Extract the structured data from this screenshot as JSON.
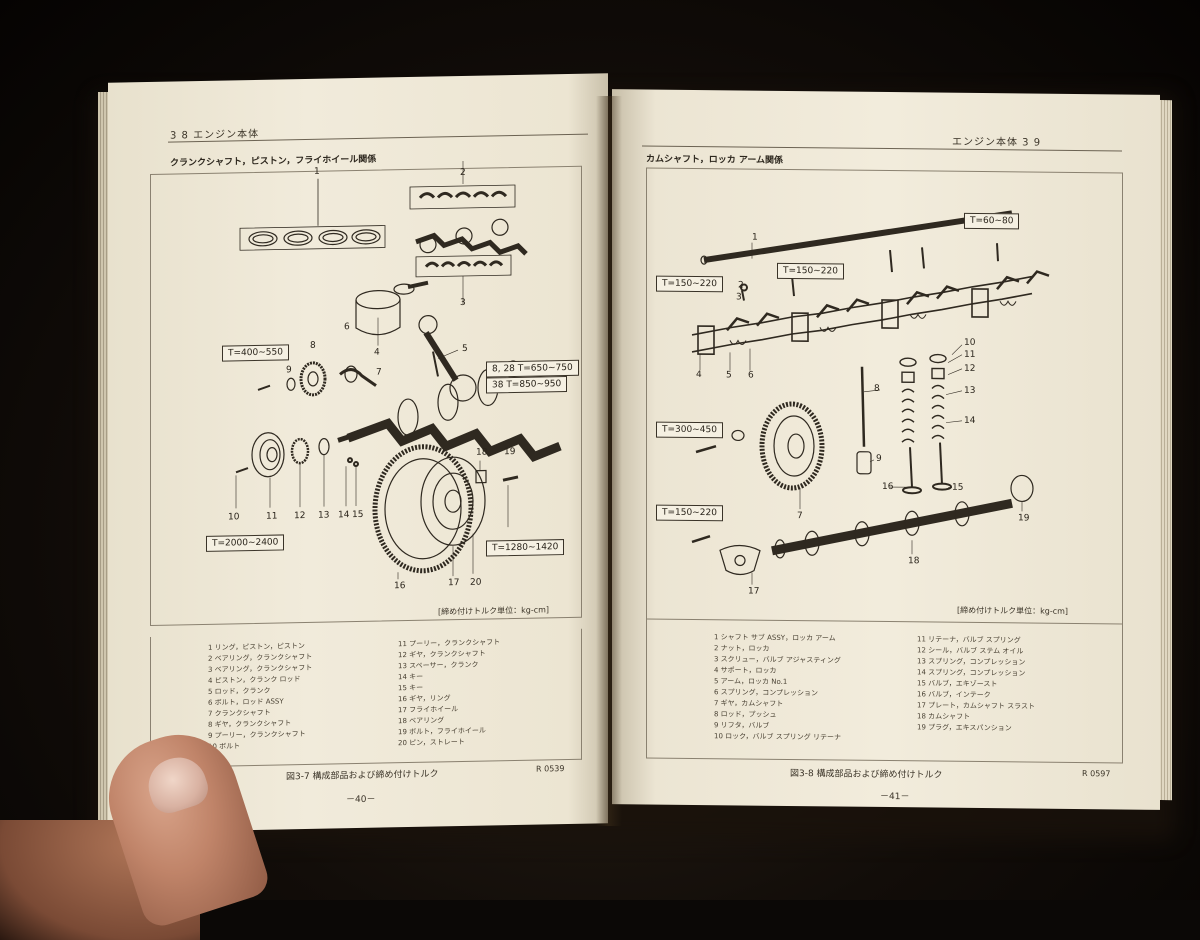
{
  "left_page": {
    "header": "3 8 エンジン本体",
    "subtitle": "クランクシャフト，ピストン，フライホイール関係",
    "part_numbers": [
      "1",
      "2",
      "3",
      "4",
      "5",
      "6",
      "7",
      "8",
      "9",
      "10",
      "11",
      "12",
      "13",
      "14",
      "15",
      "16",
      "17",
      "18",
      "19",
      "20"
    ],
    "torque": {
      "t1": "T=400~550",
      "t2": "8, 28 T=650~750",
      "t3": "38   T=850~950",
      "t4": "T=2000~2400",
      "t5": "T=1280~1420"
    },
    "unit_note": "[締め付けトルク単位：kg-cm]",
    "caption": "図3-7 構成部品および締め付けトルク",
    "ref": "R 0539",
    "page_number": "－40－",
    "legend": [
      "1  リング，ピストン，ピストン",
      "2  ベアリング，クランクシャフト",
      "3  ベアリング，クランクシャフト",
      "4  ピストン，クランク ロッド",
      "5  ロッド，クランク",
      "6  ボルト，ロッド ASSY",
      "7  クランクシャフト",
      "8  ギヤ，クランクシャフト",
      "9  プーリー，クランクシャフト",
      "10 ボルト",
      "11 プーリー，クランクシャフト",
      "12 ギヤ，クランクシャフト",
      "13 スペーサー，クランク",
      "14 キー",
      "15 キー",
      "16 ギヤ，リング",
      "17 フライホイール",
      "18 ベアリング",
      "19 ボルト，フライホイール",
      "20 ピン，ストレート"
    ]
  },
  "right_page": {
    "header": "エンジン本体 3 9",
    "subtitle": "カムシャフト，ロッカ アーム関係",
    "part_numbers": [
      "1",
      "2",
      "3",
      "4",
      "5",
      "6",
      "7",
      "8",
      "9",
      "10",
      "11",
      "12",
      "13",
      "14",
      "15",
      "16",
      "17",
      "18",
      "19"
    ],
    "torque": {
      "t1": "T=60~80",
      "t2": "T=150~220",
      "t3": "T=150~220",
      "t4": "T=300~450",
      "t5": "T=150~220"
    },
    "unit_note": "[締め付けトルク単位：kg-cm]",
    "caption": "図3-8 構成部品および締め付けトルク",
    "ref": "R 0597",
    "page_number": "－41－",
    "legend": [
      "1  シャフト サブ ASSY，ロッカ アーム",
      "2  ナット，ロッカ",
      "3  スクリュー，バルブ アジャスティング",
      "4  サポート，ロッカ",
      "5  アーム，ロッカ No.1",
      "6  スプリング，コンプレッション",
      "7  ギヤ，カムシャフト",
      "8  ロッド，プッシュ",
      "9  リフタ，バルブ",
      "10 ロック，バルブ スプリング リテーナ",
      "11 リテーナ，バルブ スプリング",
      "12 シール，バルブ ステム オイル",
      "13 スプリング，コンプレッション",
      "14 スプリング，コンプレッション",
      "15 バルブ，エキゾースト",
      "16 バルブ，インテーク",
      "17 プレート，カムシャフト スラスト",
      "18 カムシャフト",
      "19 プラグ，エキスパンション"
    ]
  },
  "colors": {
    "paper": "#efe9d8",
    "ink": "#2a241b",
    "background": "#0b0806"
  }
}
